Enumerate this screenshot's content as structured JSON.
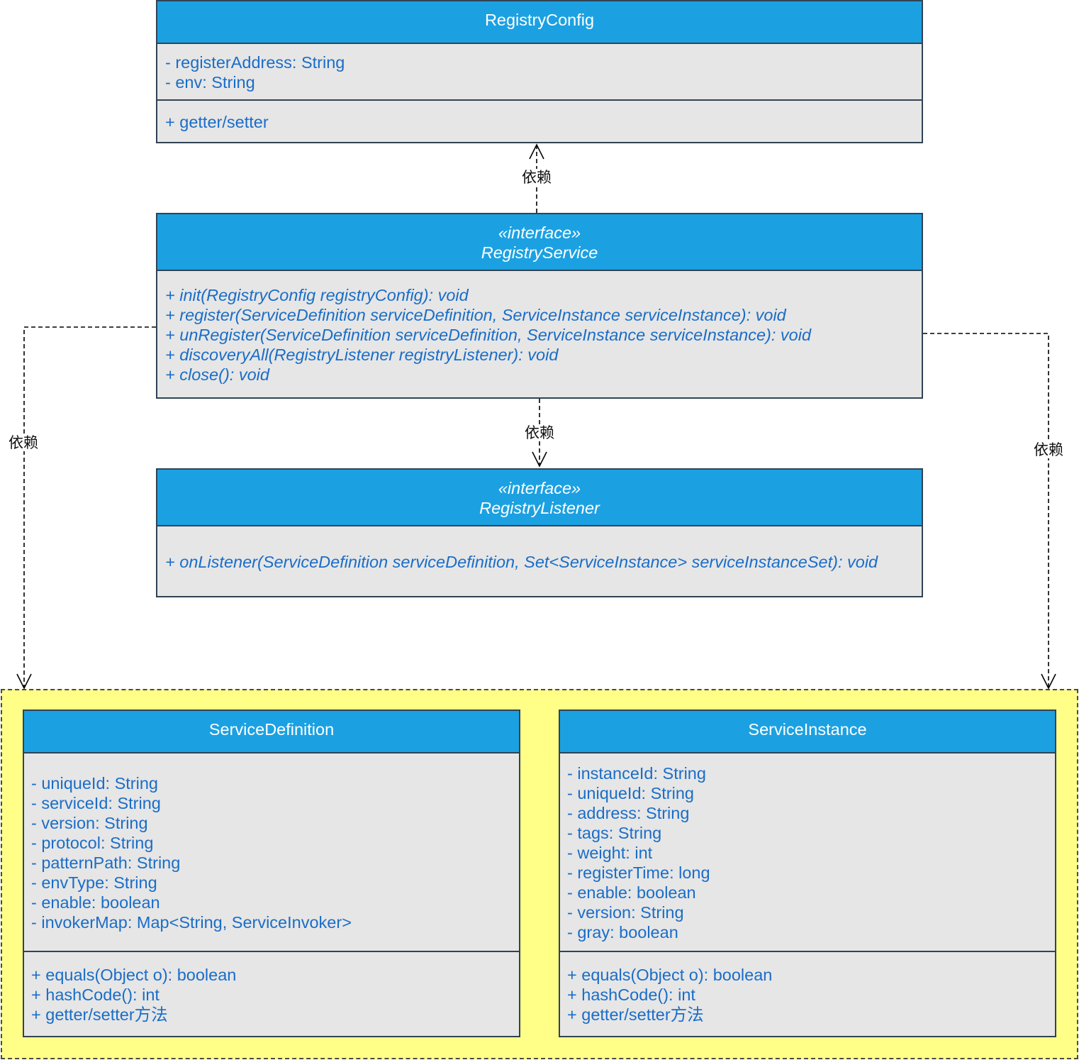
{
  "diagram": {
    "registry_config": {
      "name": "RegistryConfig",
      "fields": [
        "- registerAddress: String",
        "- env: String"
      ],
      "methods": [
        "+ getter/setter"
      ]
    },
    "registry_service": {
      "stereotype": "«interface»",
      "name": "RegistryService",
      "methods": [
        "+ init(RegistryConfig registryConfig): void",
        "+ register(ServiceDefinition serviceDefinition, ServiceInstance serviceInstance): void",
        "+ unRegister(ServiceDefinition serviceDefinition, ServiceInstance serviceInstance): void",
        "+ discoveryAll(RegistryListener registryListener): void",
        "+ close(): void"
      ]
    },
    "registry_listener": {
      "stereotype": "«interface»",
      "name": "RegistryListener",
      "methods": [
        "+ onListener(ServiceDefinition serviceDefinition, Set<ServiceInstance> serviceInstanceSet): void"
      ]
    },
    "service_definition": {
      "name": "ServiceDefinition",
      "fields": [
        "- uniqueId: String",
        "- serviceId: String",
        "- version: String",
        "- protocol: String",
        "- patternPath: String",
        "- envType: String",
        "- enable: boolean",
        "- invokerMap: Map<String, ServiceInvoker>"
      ],
      "methods": [
        "+ equals(Object o): boolean",
        "+ hashCode(): int",
        "+ getter/setter方法"
      ]
    },
    "service_instance": {
      "name": "ServiceInstance",
      "fields": [
        "- instanceId: String",
        "- uniqueId: String",
        "- address: String",
        "- tags: String",
        "- weight: int",
        "- registerTime: long",
        "- enable: boolean",
        "- version: String",
        "- gray: boolean"
      ],
      "methods": [
        "+ equals(Object o): boolean",
        "+ hashCode(): int",
        "+ getter/setter方法"
      ]
    }
  },
  "relations": [
    {
      "label": "依赖"
    },
    {
      "label": "依赖"
    },
    {
      "label": "依赖"
    },
    {
      "label": "依赖"
    }
  ],
  "colors": {
    "header": "#1ba1e2",
    "body": "#e6e6e6",
    "border": "#314354",
    "text": "#1a6dc8",
    "group": "#ffff88"
  }
}
